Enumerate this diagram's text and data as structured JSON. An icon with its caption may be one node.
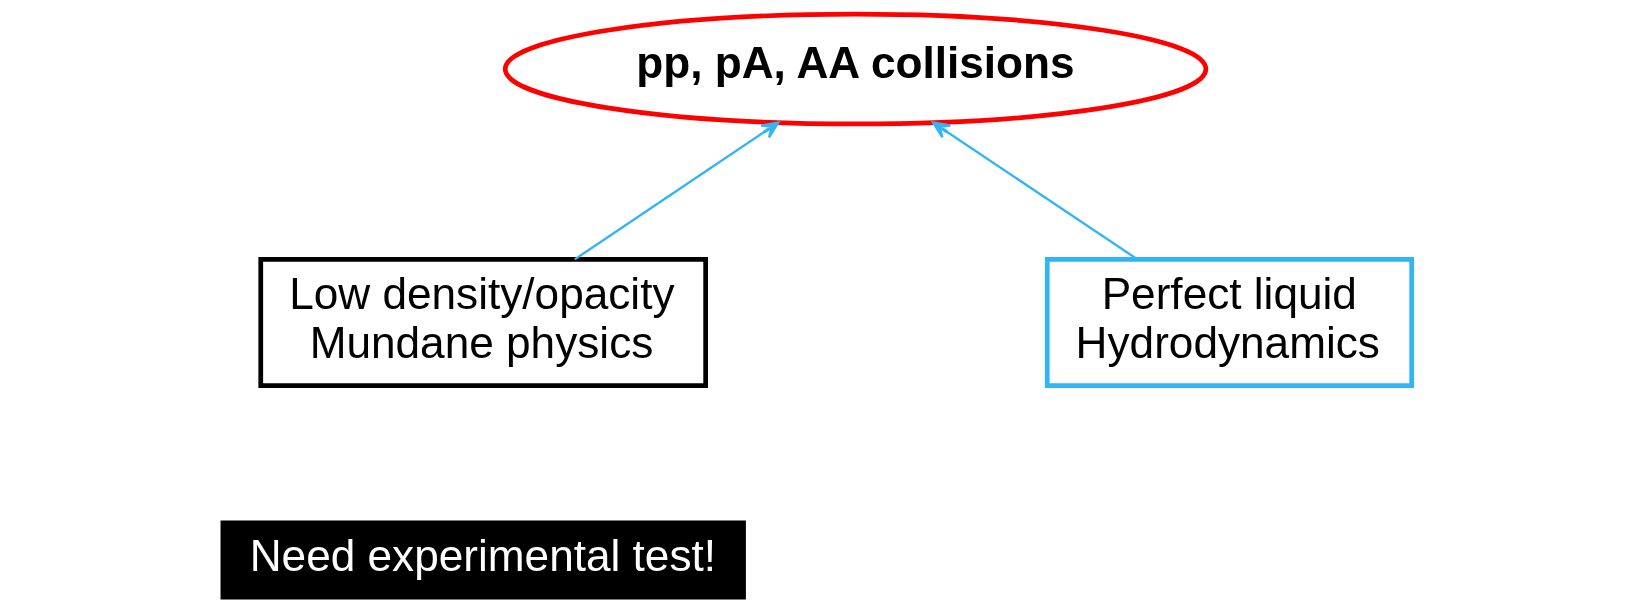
{
  "diagram": {
    "nodes": [
      {
        "text": [
          "pp, pA, AA collisions"
        ]
      },
      {
        "text": [
          "Low density/opacity",
          "Mundane physics"
        ]
      },
      {
        "text": [
          "Perfect liquid",
          "Hydrodynamics"
        ]
      },
      {
        "text": [
          "Need experimental test!"
        ]
      }
    ],
    "edges": [
      {
        "from": 1,
        "to": 0,
        "arrow": "to"
      },
      {
        "from": 2,
        "to": 0,
        "arrow": "to"
      }
    ]
  }
}
